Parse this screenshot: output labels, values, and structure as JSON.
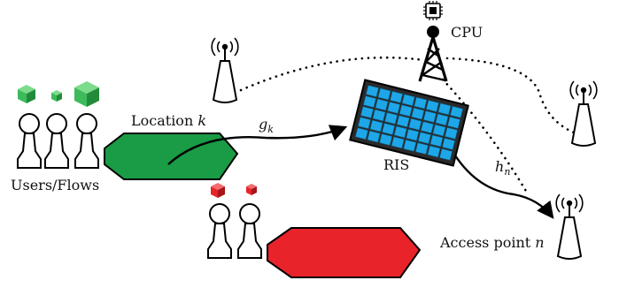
{
  "labels": {
    "cpu": "CPU",
    "location": "Location",
    "location_var": "k",
    "users": "Users/Flows",
    "ris": "RIS",
    "access_point": "Access point",
    "ap_var": "n",
    "g_main": "g",
    "g_sub": "k",
    "h_main": "h",
    "h_sub": "n"
  },
  "colors": {
    "location_green": "#1a9b45",
    "location_red": "#e8232a",
    "ris_cell": "#1ea7e8",
    "ris_frame": "#2a2a2a",
    "green_cube": "#3dbb5c",
    "red_cube": "#e8232a"
  },
  "icons": [
    "cpu-icon",
    "tower-icon",
    "antenna-icon",
    "ris-panel-icon",
    "user-icon",
    "cube-icon",
    "wifi-signal-icon"
  ]
}
